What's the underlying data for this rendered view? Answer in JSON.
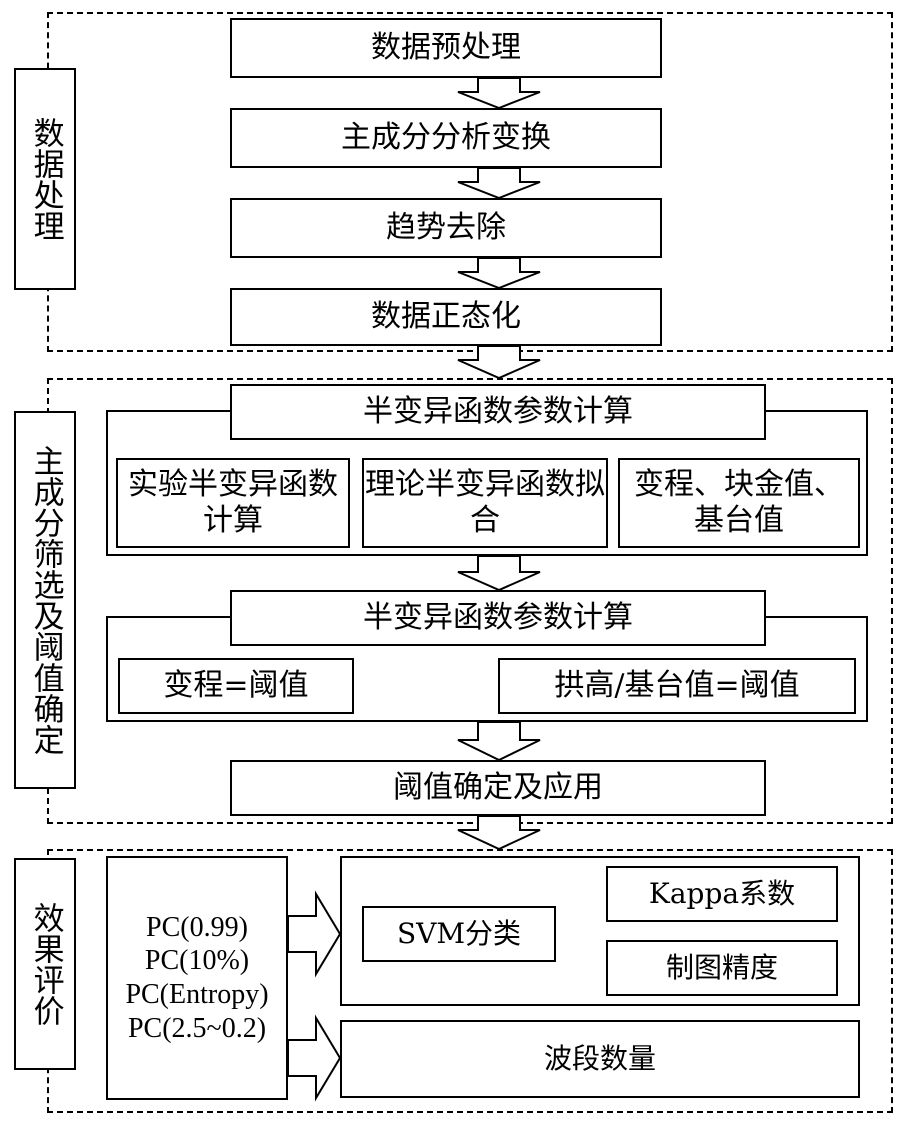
{
  "sections": {
    "data_processing": "数据处理",
    "pc_screening": "主成分筛选及阈值确定",
    "evaluation": "效果评价"
  },
  "steps": {
    "preprocess": "数据预处理",
    "pca": "主成分分析变换",
    "trend_removal": "趋势去除",
    "normalization": "数据正态化",
    "semivariogram_calc_1": "半变异函数参数计算",
    "experimental_semivariogram": "实验半变异函数计算",
    "theoretical_fit": "理论半变异函数拟合",
    "range_nugget_sill": "变程、块金值、基台值",
    "semivariogram_calc_2": "半变异函数参数计算",
    "range_threshold": "变程=阈值",
    "arch_sill_threshold": "拱高/基台值=阈值",
    "threshold_apply": "阈值确定及应用"
  },
  "evaluation": {
    "pc_methods": [
      "PC(0.99)",
      "PC(10%)",
      "PC(Entropy)",
      "PC(2.5~0.2)"
    ],
    "svm": "SVM分类",
    "kappa": "Kappa系数",
    "mapping_accuracy": "制图精度",
    "band_count": "波段数量"
  }
}
